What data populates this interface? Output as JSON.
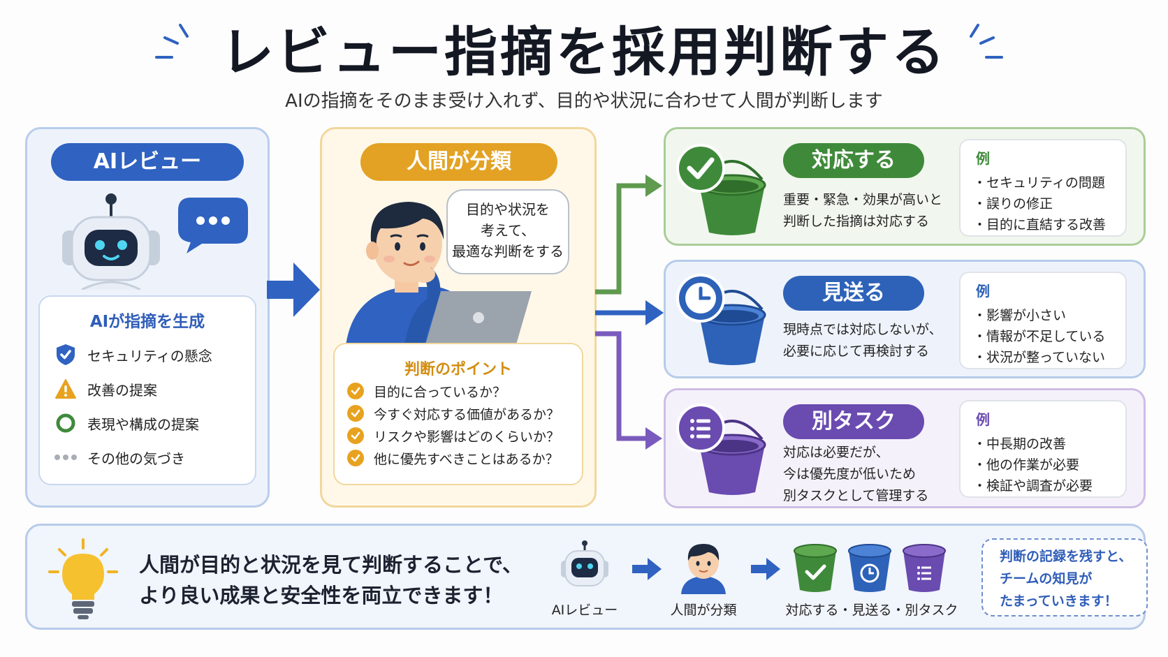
{
  "header": {
    "title": "レビュー指摘を採用判断する",
    "subtitle": "AIの指摘をそのまま受け入れず、目的や状況に合わせて人間が判断します"
  },
  "ai_review": {
    "label": "AIレビュー",
    "list_title": "AIが指摘を生成",
    "items": [
      {
        "label": "セキュリティの懸念",
        "icon": "shield-check-icon"
      },
      {
        "label": "改善の提案",
        "icon": "warning-triangle-icon"
      },
      {
        "label": "表現や構成の提案",
        "icon": "ring-icon"
      },
      {
        "label": "その他の気づき",
        "icon": "dots-icon"
      }
    ]
  },
  "human": {
    "label": "人間が分類",
    "bubble_lines": [
      "目的や状況を",
      "考えて、",
      "最適な判断をする"
    ],
    "points_title": "判断のポイント",
    "points": [
      "目的に合っているか？",
      "今すぐ対応する価値があるか？",
      "リスクや影響はどのくらいか？",
      "他に優先すべきことはあるか？"
    ]
  },
  "outcomes": [
    {
      "label": "対応する",
      "desc": [
        "重要・緊急・効果が高いと",
        "判断した指摘は対応する"
      ],
      "example_title": "例",
      "examples": [
        "・セキュリティの問題",
        "・誤りの修正",
        "・目的に直結する改善"
      ],
      "icon": "checkmark-icon",
      "color": "#3f8a3a"
    },
    {
      "label": "見送る",
      "desc": [
        "現時点では対応しないが、",
        "必要に応じて再検討する"
      ],
      "example_title": "例",
      "examples": [
        "・影響が小さい",
        "・情報が不足している",
        "・状況が整っていない"
      ],
      "icon": "clock-icon",
      "color": "#2d62b8"
    },
    {
      "label": "別タスク",
      "desc": [
        "対応は必要だが、",
        "今は優先度が低いため",
        "別タスクとして管理する"
      ],
      "example_title": "例",
      "examples": [
        "・中長期の改善",
        "・他の作業が必要",
        "・検証や調査が必要"
      ],
      "icon": "list-icon",
      "color": "#6a4bb0"
    }
  ],
  "footer": {
    "message": [
      "人間が目的と状況を見て判断することで、",
      "より良い成果と安全性を両立できます！"
    ],
    "flow_labels": [
      "AIレビュー",
      "人間が分類",
      "対応する・見送る・別タスク"
    ],
    "note": [
      "判断の記録を残すと、",
      "チームの知見が",
      "たまっていきます！"
    ]
  }
}
